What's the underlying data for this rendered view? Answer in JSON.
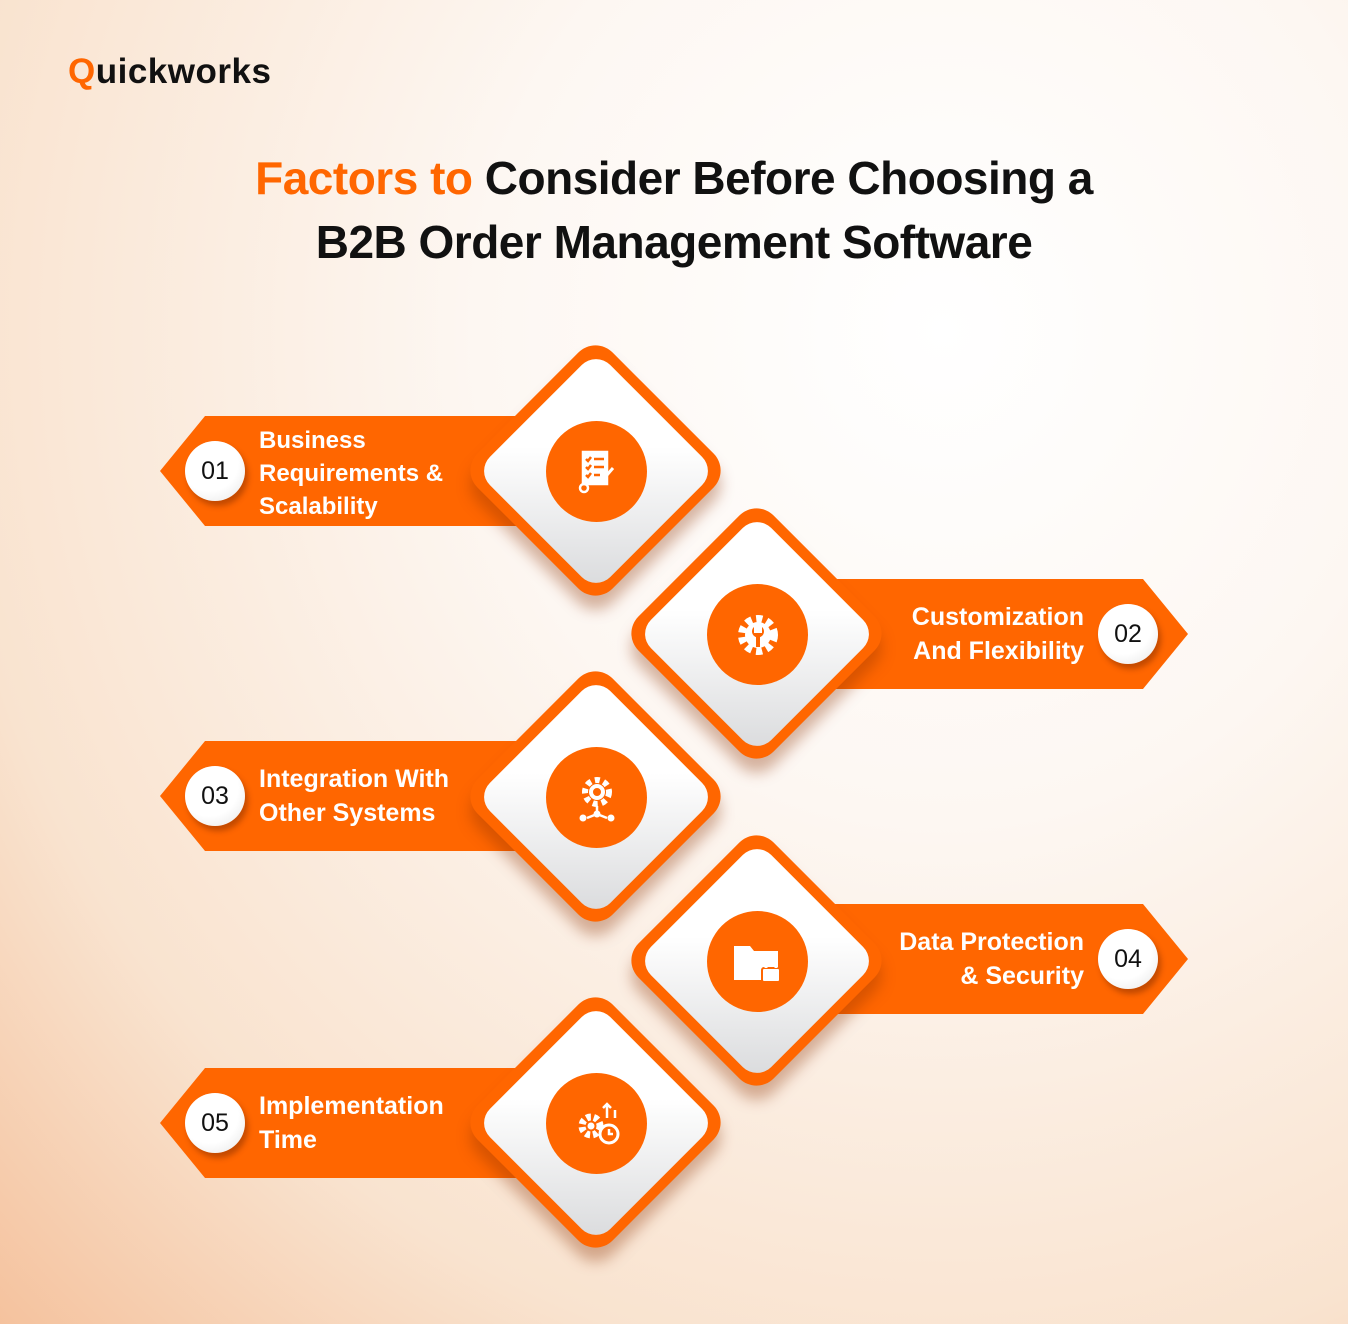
{
  "logo": {
    "first": "Q",
    "rest": "uickworks"
  },
  "title": {
    "highlight": "Factors to",
    "line1": " Consider Before Choosing a",
    "line2": "B2B Order Management Software"
  },
  "colors": {
    "accent": "#ff6600",
    "text": "#111111"
  },
  "factors": [
    {
      "number": "01",
      "lines": [
        "Business",
        "Requirements &",
        "Scalability"
      ],
      "icon": "checklist-icon"
    },
    {
      "number": "02",
      "lines": [
        "Customization",
        "And Flexibility"
      ],
      "icon": "gear-wrench-icon"
    },
    {
      "number": "03",
      "lines": [
        "Integration With",
        "Other Systems"
      ],
      "icon": "gear-network-icon"
    },
    {
      "number": "04",
      "lines": [
        "Data Protection",
        "& Security"
      ],
      "icon": "folder-lock-icon"
    },
    {
      "number": "05",
      "lines": [
        "Implementation",
        "Time"
      ],
      "icon": "gear-clock-icon"
    }
  ]
}
